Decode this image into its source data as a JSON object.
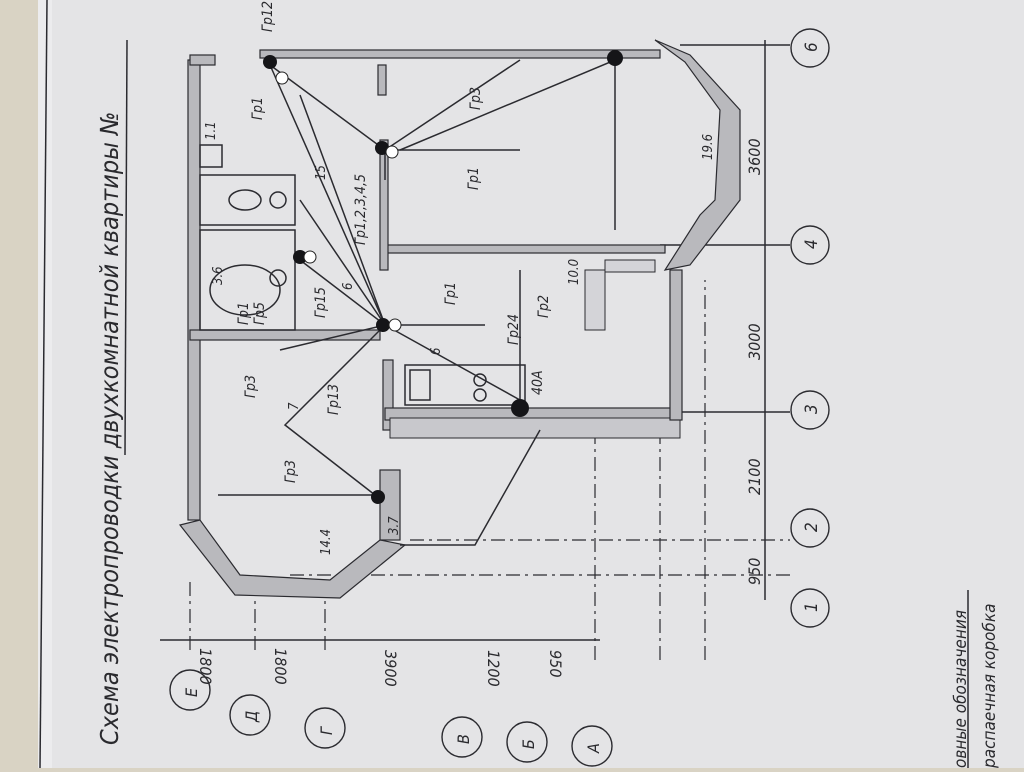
{
  "title": "Схема электропроводки двухкомнатной квартиры №",
  "axes_letters": [
    "Е",
    "Д",
    "Г",
    "В",
    "Б",
    "А"
  ],
  "axes_numbers": [
    "1",
    "2",
    "3",
    "4",
    "6"
  ],
  "dims_left": [
    "1800",
    "1800",
    "3900",
    "1200",
    "950"
  ],
  "dims_bottom": [
    "950",
    "2100",
    "3000",
    "3600"
  ],
  "room_areas": [
    "14.4",
    "3.7",
    "3.6",
    "1.1",
    "10.0",
    "19.6"
  ],
  "groups": {
    "gr1_top": "Гр1",
    "gr12": "Гр12",
    "gr12345": "Гр1,2,3,4,5",
    "gr3_right": "Гр3",
    "gr1_right": "Гр1",
    "gr1_bath": "Гр1",
    "gr5": "Гр5",
    "gr15": "Гр15",
    "gr1_kitchen": "Гр1",
    "gr24": "Гр24",
    "gr2": "Гр2",
    "gr3_hall": "Гр3",
    "gr13": "Гр13",
    "gr3_left": "Гр3",
    "breaker": "40А"
  },
  "cable_counts": [
    "15",
    "6",
    "7",
    "6"
  ],
  "legend": {
    "heading": "овные обозначения",
    "item1": "распаечная коробка"
  }
}
